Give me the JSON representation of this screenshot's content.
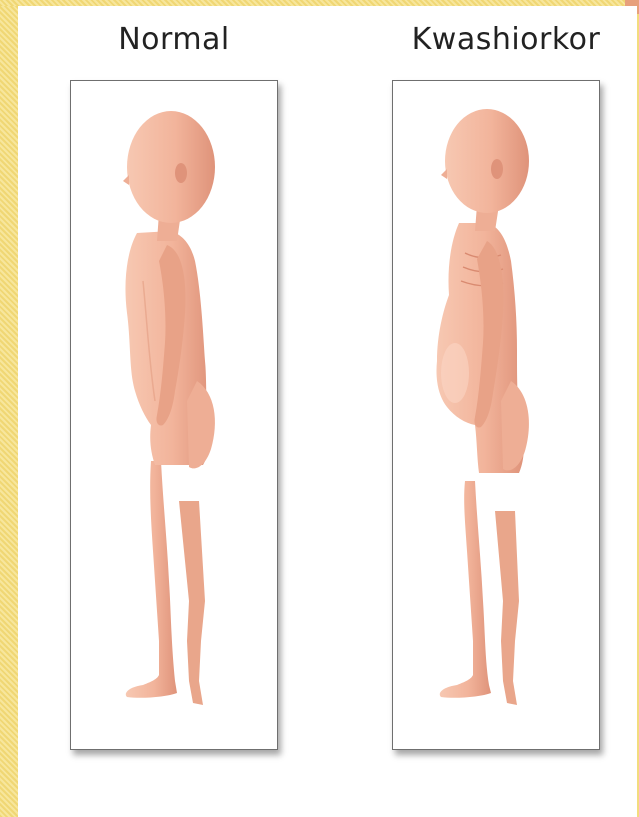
{
  "panels": [
    {
      "id": "normal",
      "title": "Normal"
    },
    {
      "id": "kwashiorkor",
      "title": "Kwashiorkor"
    }
  ],
  "colors": {
    "skin": "#f3b9a1",
    "skin_shadow": "#dd8f74",
    "skin_highlight": "#fbd7c6",
    "panel_border": "#6f6f6f",
    "frame": "#f3dc7e"
  }
}
